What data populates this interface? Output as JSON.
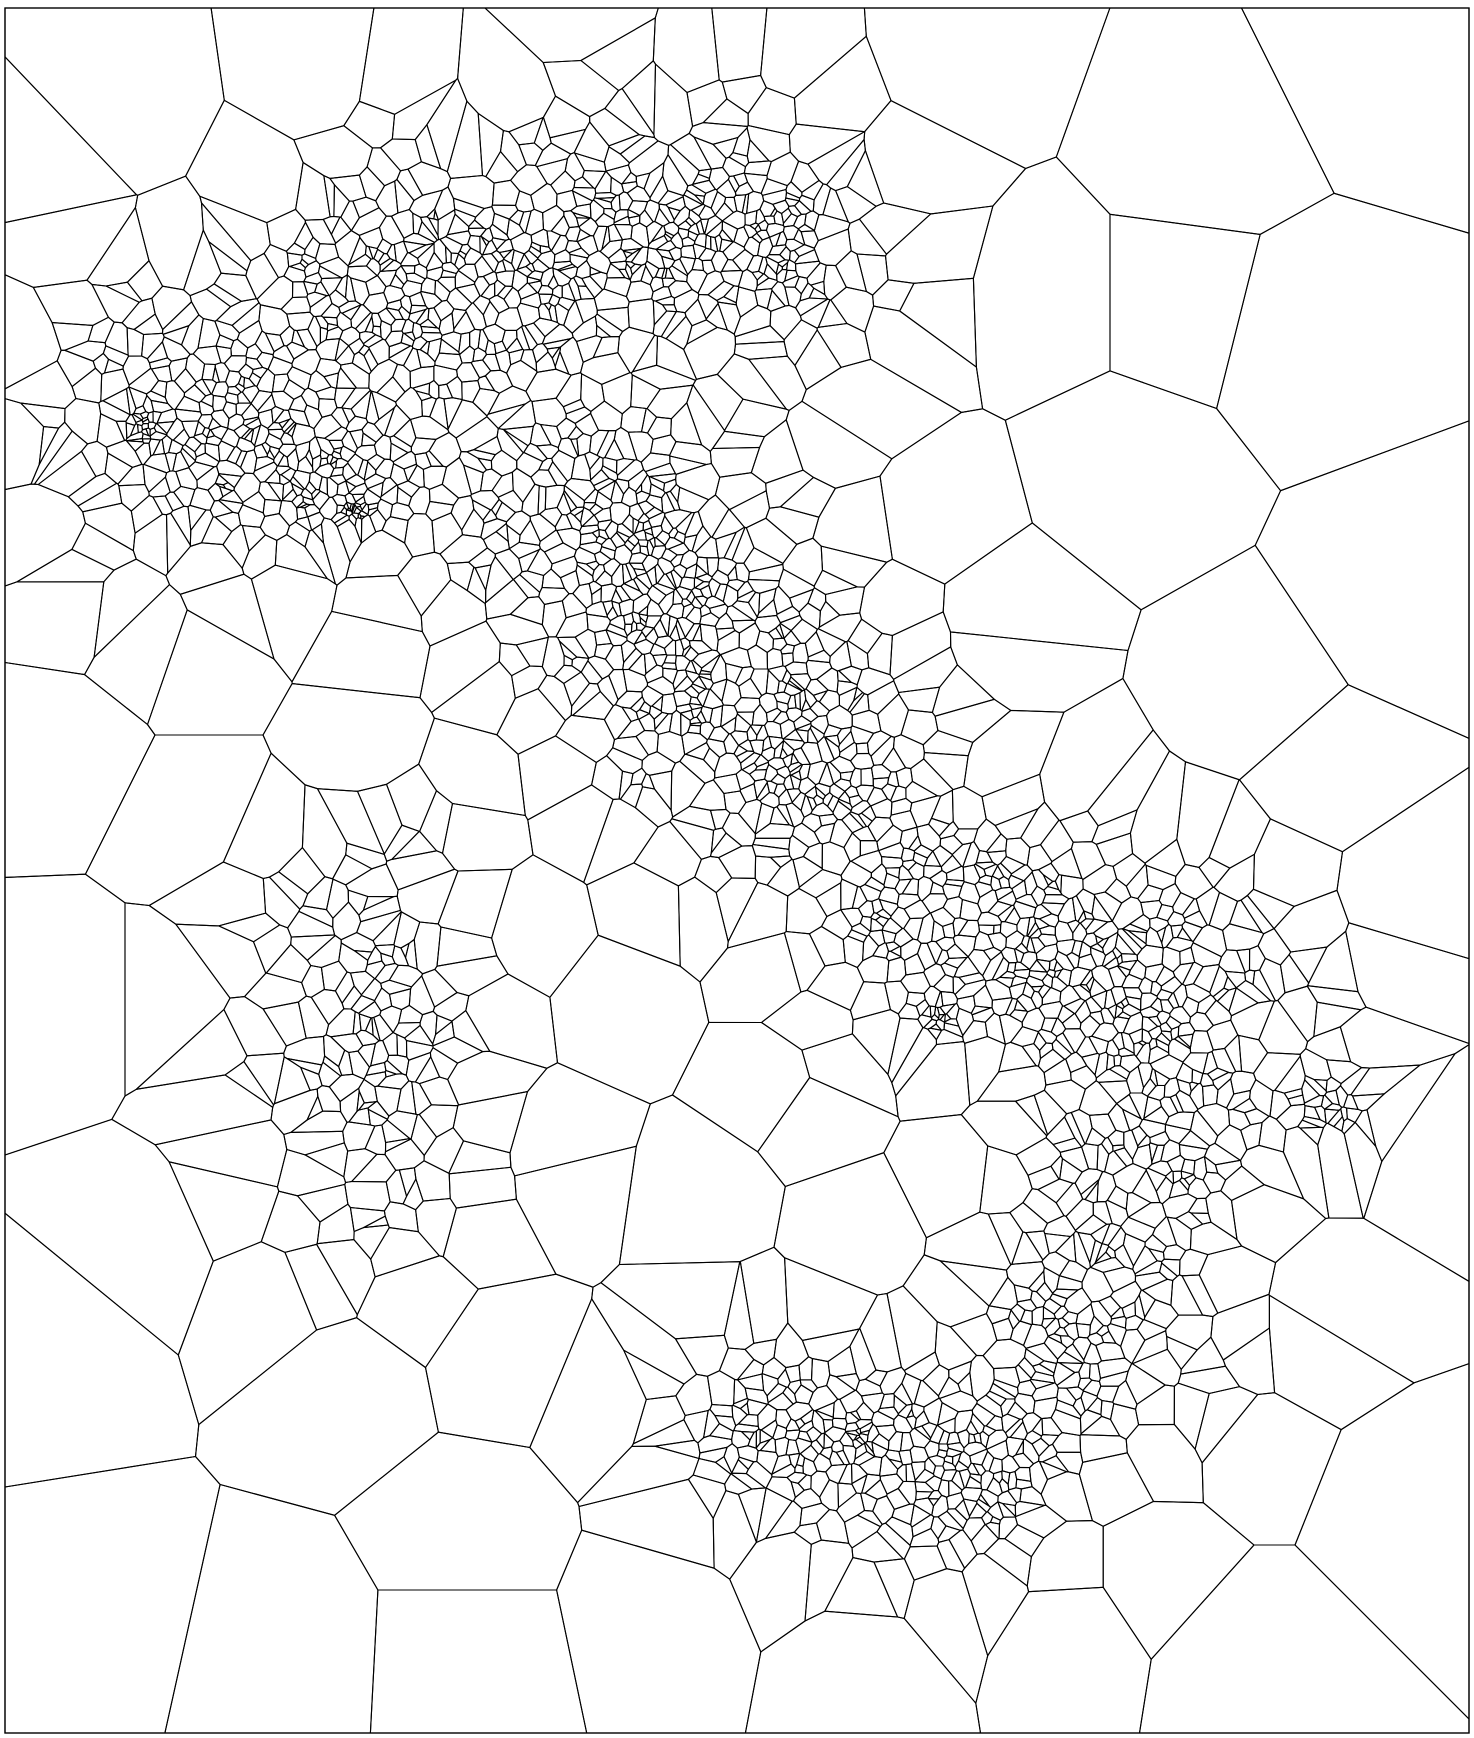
{
  "diagram": {
    "kind": "voronoi-tessellation",
    "stroke_color": "#000000",
    "background_color": "#ffffff",
    "has_frame": true,
    "has_text": false,
    "clusters": [
      {
        "id": "upper-left-band",
        "density": "high"
      },
      {
        "id": "upper-right-cluster",
        "density": "high"
      },
      {
        "id": "central-diagonal-band",
        "density": "high"
      },
      {
        "id": "left-middle-cluster",
        "density": "medium"
      },
      {
        "id": "right-middle-band",
        "density": "high"
      },
      {
        "id": "lower-center-arc",
        "density": "high"
      }
    ]
  }
}
